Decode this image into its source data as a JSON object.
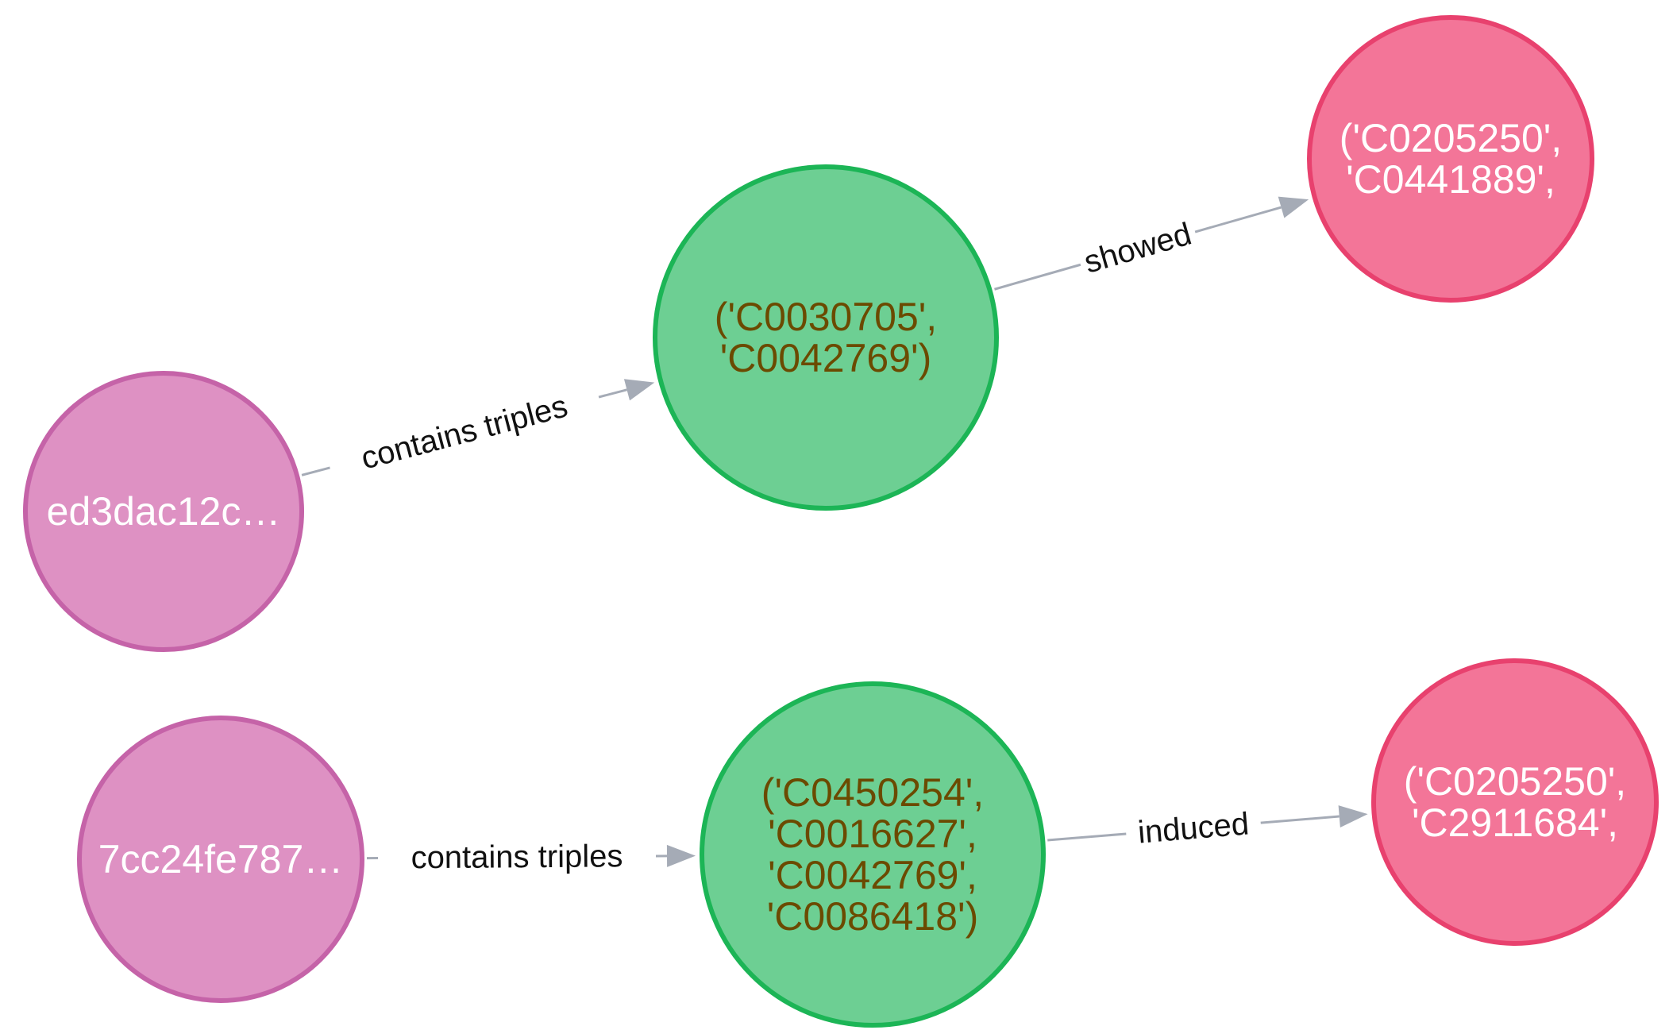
{
  "colors": {
    "document_fill": "#de91c3",
    "document_stroke": "#c563a8",
    "triple_fill": "#6dcf93",
    "triple_stroke": "#1cb556",
    "triple_text": "#6b4a00",
    "concept_fill": "#f37598",
    "concept_stroke": "#e8416e",
    "light_text": "#ffffff",
    "edge": "#a5abb6"
  },
  "nodes": [
    {
      "id": "doc1",
      "kind": "document",
      "lines": [
        "ed3dac12c…"
      ]
    },
    {
      "id": "trip1",
      "kind": "triple",
      "lines": [
        "('C0030705',",
        "'C0042769')"
      ]
    },
    {
      "id": "con1",
      "kind": "concept",
      "lines": [
        "('C0205250',",
        "'C0441889',"
      ]
    },
    {
      "id": "doc2",
      "kind": "document",
      "lines": [
        "7cc24fe787…"
      ]
    },
    {
      "id": "trip2",
      "kind": "triple",
      "lines": [
        "('C0450254',",
        "'C0016627',",
        "'C0042769',",
        "'C0086418')"
      ]
    },
    {
      "id": "con2",
      "kind": "concept",
      "lines": [
        "('C0205250',",
        "'C2911684',"
      ]
    }
  ],
  "edges": [
    {
      "from": "doc1",
      "to": "trip1",
      "label": "contains triples"
    },
    {
      "from": "trip1",
      "to": "con1",
      "label": "showed"
    },
    {
      "from": "doc2",
      "to": "trip2",
      "label": "contains triples"
    },
    {
      "from": "trip2",
      "to": "con2",
      "label": "induced"
    }
  ]
}
